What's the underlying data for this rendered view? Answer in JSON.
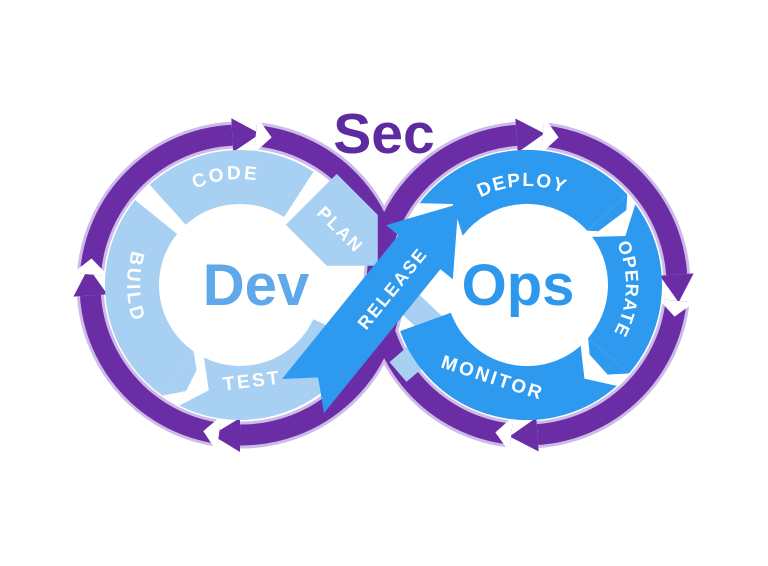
{
  "diagram": {
    "sec_label": "Sec",
    "dev_label": "Dev",
    "ops_label": "Ops",
    "segments": {
      "plan": "PLAN",
      "code": "CODE",
      "build": "BUILD",
      "test": "TEST",
      "release": "RELEASE",
      "deploy": "DEPLOY",
      "operate": "OPERATE",
      "monitor": "MONITOR"
    },
    "colors": {
      "purple": "#6B2DA5",
      "purple_glow": "#A583D6",
      "sec_text": "#5E2AA0",
      "light_blue": "#A7D0F3",
      "blue": "#2E9AEF",
      "dev_text": "#5FA9EA",
      "ops_text": "#2E98ED",
      "label_text": "#FFFFFF",
      "canvas": "#FFFFFF"
    }
  }
}
